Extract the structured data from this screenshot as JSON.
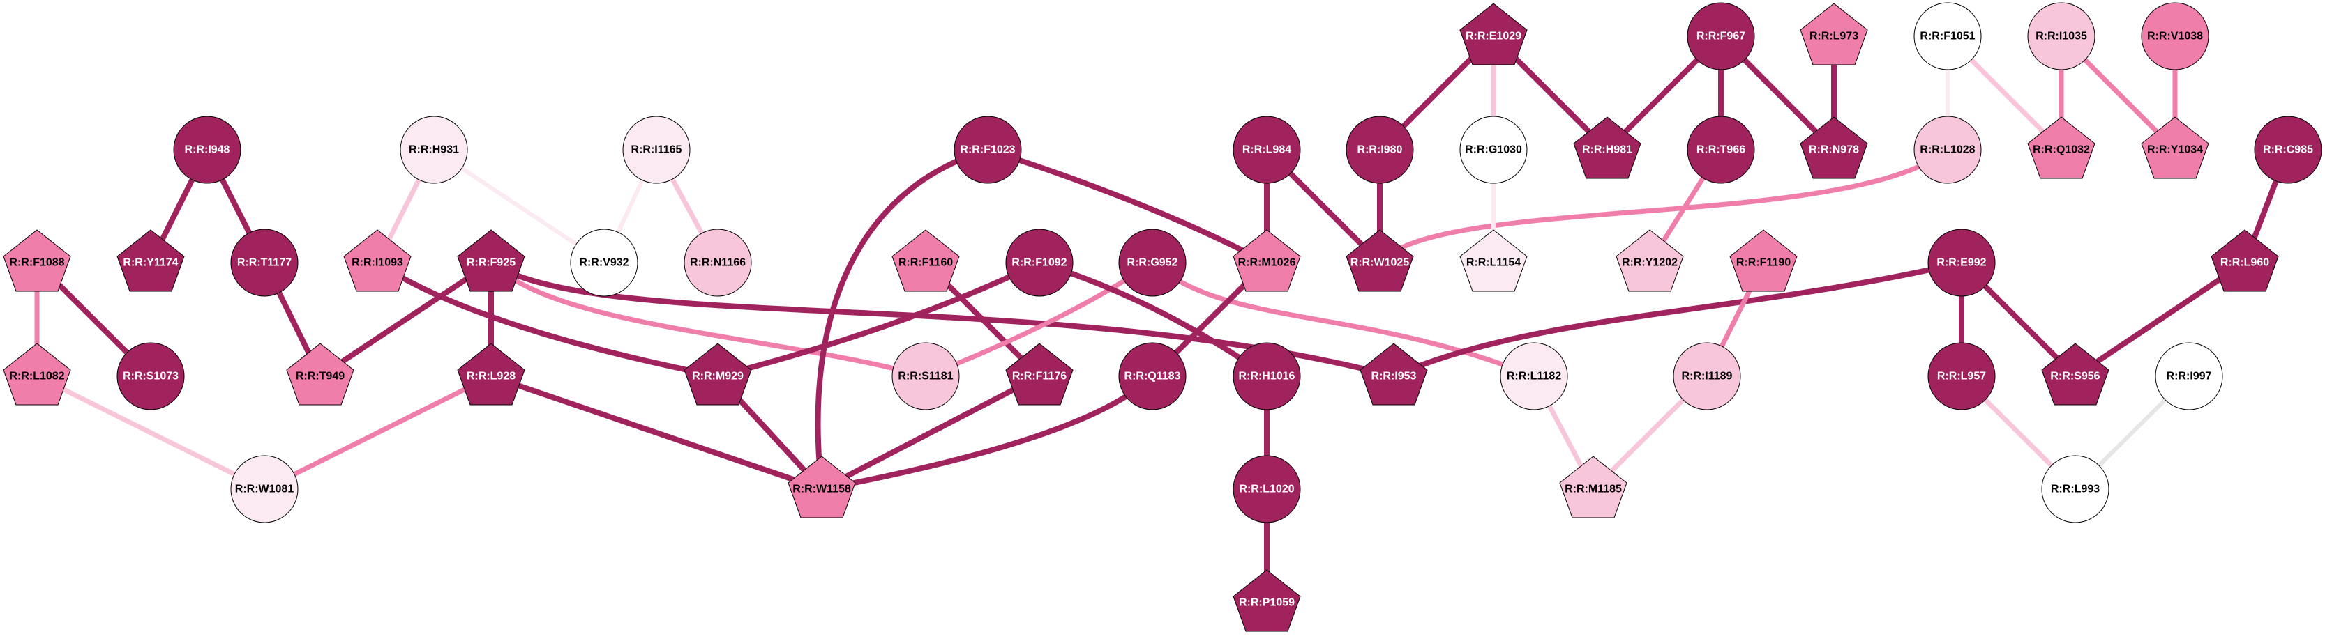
{
  "colors": {
    "dark": "#A0235E",
    "pink": "#F07EAB",
    "light": "#F8C6DB",
    "faint": "#FBEAF2",
    "white": "#FFFFFF",
    "gray": "#E6E6E6"
  },
  "nodes": [
    {
      "id": "I948",
      "label": "R:R:I948",
      "shape": "circle",
      "level": "dark"
    },
    {
      "id": "H931",
      "label": "R:R:H931",
      "shape": "circle",
      "level": "faint"
    },
    {
      "id": "I1165",
      "label": "R:R:I1165",
      "shape": "circle",
      "level": "faint"
    },
    {
      "id": "F1088",
      "label": "R:R:F1088",
      "shape": "pentagon",
      "level": "pink"
    },
    {
      "id": "Y1174",
      "label": "R:R:Y1174",
      "shape": "pentagon",
      "level": "dark"
    },
    {
      "id": "T1177",
      "label": "R:R:T1177",
      "shape": "circle",
      "level": "dark"
    },
    {
      "id": "I1093",
      "label": "R:R:I1093",
      "shape": "pentagon",
      "level": "pink"
    },
    {
      "id": "F925",
      "label": "R:R:F925",
      "shape": "pentagon",
      "level": "dark"
    },
    {
      "id": "V932",
      "label": "R:R:V932",
      "shape": "circle",
      "level": "white"
    },
    {
      "id": "N1166",
      "label": "R:R:N1166",
      "shape": "circle",
      "level": "light"
    },
    {
      "id": "L1082",
      "label": "R:R:L1082",
      "shape": "pentagon",
      "level": "pink"
    },
    {
      "id": "S1073",
      "label": "R:R:S1073",
      "shape": "circle",
      "level": "dark"
    },
    {
      "id": "T949",
      "label": "R:R:T949",
      "shape": "pentagon",
      "level": "pink"
    },
    {
      "id": "L928",
      "label": "R:R:L928",
      "shape": "pentagon",
      "level": "dark"
    },
    {
      "id": "M929",
      "label": "R:R:M929",
      "shape": "pentagon",
      "level": "dark"
    },
    {
      "id": "W1081",
      "label": "R:R:W1081",
      "shape": "circle",
      "level": "faint"
    },
    {
      "id": "E1029",
      "label": "R:R:E1029",
      "shape": "pentagon",
      "level": "dark"
    },
    {
      "id": "F1023",
      "label": "R:R:F1023",
      "shape": "circle",
      "level": "dark"
    },
    {
      "id": "L984",
      "label": "R:R:L984",
      "shape": "circle",
      "level": "dark"
    },
    {
      "id": "I980",
      "label": "R:R:I980",
      "shape": "circle",
      "level": "dark"
    },
    {
      "id": "G1030",
      "label": "R:R:G1030",
      "shape": "circle",
      "level": "white"
    },
    {
      "id": "F1160",
      "label": "R:R:F1160",
      "shape": "pentagon",
      "level": "pink"
    },
    {
      "id": "F1092",
      "label": "R:R:F1092",
      "shape": "circle",
      "level": "dark"
    },
    {
      "id": "G952",
      "label": "R:R:G952",
      "shape": "circle",
      "level": "dark"
    },
    {
      "id": "M1026",
      "label": "R:R:M1026",
      "shape": "pentagon",
      "level": "pink"
    },
    {
      "id": "W1025",
      "label": "R:R:W1025",
      "shape": "pentagon",
      "level": "dark"
    },
    {
      "id": "L1154",
      "label": "R:R:L1154",
      "shape": "pentagon",
      "level": "faint"
    },
    {
      "id": "S1181",
      "label": "R:R:S1181",
      "shape": "circle",
      "level": "light"
    },
    {
      "id": "F1176",
      "label": "R:R:F1176",
      "shape": "pentagon",
      "level": "dark"
    },
    {
      "id": "Q1183",
      "label": "R:R:Q1183",
      "shape": "circle",
      "level": "dark"
    },
    {
      "id": "H1016",
      "label": "R:R:H1016",
      "shape": "circle",
      "level": "dark"
    },
    {
      "id": "I953",
      "label": "R:R:I953",
      "shape": "pentagon",
      "level": "dark"
    },
    {
      "id": "L1182",
      "label": "R:R:L1182",
      "shape": "circle",
      "level": "faint"
    },
    {
      "id": "W1158",
      "label": "R:R:W1158",
      "shape": "pentagon",
      "level": "pink"
    },
    {
      "id": "L1020",
      "label": "R:R:L1020",
      "shape": "circle",
      "level": "dark"
    },
    {
      "id": "P1059",
      "label": "R:R:P1059",
      "shape": "pentagon",
      "level": "dark"
    },
    {
      "id": "F967",
      "label": "R:R:F967",
      "shape": "circle",
      "level": "dark"
    },
    {
      "id": "L973",
      "label": "R:R:L973",
      "shape": "pentagon",
      "level": "pink"
    },
    {
      "id": "F1051",
      "label": "R:R:F1051",
      "shape": "circle",
      "level": "white"
    },
    {
      "id": "I1035",
      "label": "R:R:I1035",
      "shape": "circle",
      "level": "light"
    },
    {
      "id": "V1038",
      "label": "R:R:V1038",
      "shape": "circle",
      "level": "pink"
    },
    {
      "id": "H981",
      "label": "R:R:H981",
      "shape": "pentagon",
      "level": "dark"
    },
    {
      "id": "T966",
      "label": "R:R:T966",
      "shape": "circle",
      "level": "dark"
    },
    {
      "id": "N978",
      "label": "R:R:N978",
      "shape": "pentagon",
      "level": "dark"
    },
    {
      "id": "L1028",
      "label": "R:R:L1028",
      "shape": "circle",
      "level": "light"
    },
    {
      "id": "Q1032",
      "label": "R:R:Q1032",
      "shape": "pentagon",
      "level": "pink"
    },
    {
      "id": "Y1034",
      "label": "R:R:Y1034",
      "shape": "pentagon",
      "level": "pink"
    },
    {
      "id": "C985",
      "label": "R:R:C985",
      "shape": "circle",
      "level": "dark"
    },
    {
      "id": "Y1202",
      "label": "R:R:Y1202",
      "shape": "pentagon",
      "level": "light"
    },
    {
      "id": "F1190",
      "label": "R:R:F1190",
      "shape": "pentagon",
      "level": "pink"
    },
    {
      "id": "E992",
      "label": "R:R:E992",
      "shape": "circle",
      "level": "dark"
    },
    {
      "id": "L960",
      "label": "R:R:L960",
      "shape": "pentagon",
      "level": "dark"
    },
    {
      "id": "I1189",
      "label": "R:R:I1189",
      "shape": "circle",
      "level": "light"
    },
    {
      "id": "L957",
      "label": "R:R:L957",
      "shape": "circle",
      "level": "dark"
    },
    {
      "id": "S956",
      "label": "R:R:S956",
      "shape": "pentagon",
      "level": "dark"
    },
    {
      "id": "I997",
      "label": "R:R:I997",
      "shape": "circle",
      "level": "white"
    },
    {
      "id": "M1185",
      "label": "R:R:M1185",
      "shape": "pentagon",
      "level": "light"
    },
    {
      "id": "L993",
      "label": "R:R:L993",
      "shape": "circle",
      "level": "white"
    }
  ],
  "edges": [
    {
      "source": "I948",
      "target": "Y1174",
      "level": "dark"
    },
    {
      "source": "I948",
      "target": "T1177",
      "level": "dark"
    },
    {
      "source": "T1177",
      "target": "T949",
      "level": "dark"
    },
    {
      "source": "H931",
      "target": "I1093",
      "level": "light"
    },
    {
      "source": "H931",
      "target": "V932",
      "level": "faint"
    },
    {
      "source": "I1165",
      "target": "V932",
      "level": "faint"
    },
    {
      "source": "I1165",
      "target": "N1166",
      "level": "light"
    },
    {
      "source": "F1088",
      "target": "L1082",
      "level": "pink"
    },
    {
      "source": "F1088",
      "target": "S1073",
      "level": "dark"
    },
    {
      "source": "L1082",
      "target": "W1081",
      "level": "light"
    },
    {
      "source": "L928",
      "target": "W1081",
      "level": "pink"
    },
    {
      "source": "F925",
      "target": "T949",
      "level": "dark"
    },
    {
      "source": "F925",
      "target": "L928",
      "level": "dark"
    },
    {
      "source": "F925",
      "target": "S1181",
      "level": "pink"
    },
    {
      "source": "F925",
      "target": "I953",
      "level": "dark"
    },
    {
      "source": "I1093",
      "target": "M929",
      "level": "dark"
    },
    {
      "source": "L928",
      "target": "W1158",
      "level": "dark"
    },
    {
      "source": "M929",
      "target": "W1158",
      "level": "dark"
    },
    {
      "source": "M929",
      "target": "F1092",
      "level": "dark"
    },
    {
      "source": "F1023",
      "target": "W1158",
      "level": "dark"
    },
    {
      "source": "F1023",
      "target": "M1026",
      "level": "dark"
    },
    {
      "source": "F1160",
      "target": "F1176",
      "level": "dark"
    },
    {
      "source": "F1176",
      "target": "W1158",
      "level": "dark"
    },
    {
      "source": "Q1183",
      "target": "W1158",
      "level": "dark"
    },
    {
      "source": "G952",
      "target": "S1181",
      "level": "pink"
    },
    {
      "source": "G952",
      "target": "L1182",
      "level": "pink"
    },
    {
      "source": "F1092",
      "target": "H1016",
      "level": "dark"
    },
    {
      "source": "M1026",
      "target": "Q1183",
      "level": "dark"
    },
    {
      "source": "L984",
      "target": "M1026",
      "level": "dark"
    },
    {
      "source": "L984",
      "target": "W1025",
      "level": "dark"
    },
    {
      "source": "I980",
      "target": "W1025",
      "level": "dark"
    },
    {
      "source": "W1025",
      "target": "L1028",
      "level": "pink"
    },
    {
      "source": "E1029",
      "target": "I980",
      "level": "dark"
    },
    {
      "source": "E1029",
      "target": "G1030",
      "level": "light"
    },
    {
      "source": "E1029",
      "target": "H981",
      "level": "dark"
    },
    {
      "source": "G1030",
      "target": "L1154",
      "level": "faint"
    },
    {
      "source": "H1016",
      "target": "L1020",
      "level": "dark"
    },
    {
      "source": "L1020",
      "target": "P1059",
      "level": "dark"
    },
    {
      "source": "I953",
      "target": "E992",
      "level": "dark"
    },
    {
      "source": "L1182",
      "target": "M1185",
      "level": "light"
    },
    {
      "source": "F967",
      "target": "H981",
      "level": "dark"
    },
    {
      "source": "F967",
      "target": "T966",
      "level": "dark"
    },
    {
      "source": "F967",
      "target": "N978",
      "level": "dark"
    },
    {
      "source": "L973",
      "target": "N978",
      "level": "dark"
    },
    {
      "source": "T966",
      "target": "Y1202",
      "level": "pink"
    },
    {
      "source": "F1051",
      "target": "L1028",
      "level": "faint"
    },
    {
      "source": "F1051",
      "target": "Q1032",
      "level": "light"
    },
    {
      "source": "I1035",
      "target": "Q1032",
      "level": "pink"
    },
    {
      "source": "I1035",
      "target": "Y1034",
      "level": "pink"
    },
    {
      "source": "V1038",
      "target": "Y1034",
      "level": "pink"
    },
    {
      "source": "C985",
      "target": "L960",
      "level": "dark"
    },
    {
      "source": "F1190",
      "target": "I1189",
      "level": "pink"
    },
    {
      "source": "I1189",
      "target": "M1185",
      "level": "light"
    },
    {
      "source": "E992",
      "target": "L957",
      "level": "dark"
    },
    {
      "source": "E992",
      "target": "S956",
      "level": "dark"
    },
    {
      "source": "L960",
      "target": "S956",
      "level": "dark"
    },
    {
      "source": "L957",
      "target": "L993",
      "level": "light"
    },
    {
      "source": "I997",
      "target": "L993",
      "level": "gray"
    }
  ]
}
